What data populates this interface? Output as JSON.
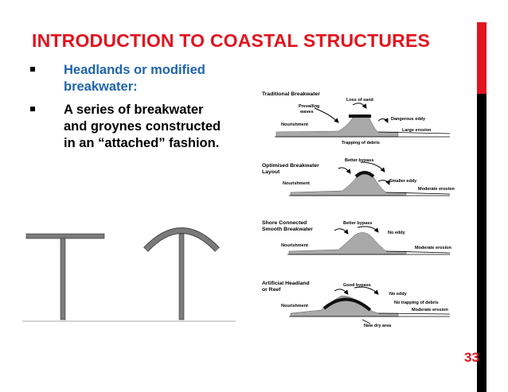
{
  "title": "INTRODUCTION TO COASTAL STRUCTURES",
  "bullets": [
    {
      "text": "Headlands or modified breakwater:",
      "color": "#1f64ad"
    },
    {
      "text": "A series of breakwater and groynes constructed in an “attached” fashion.",
      "color": "#000000"
    }
  ],
  "page_number": "33",
  "colors": {
    "accent": "#e2141f",
    "bullet_blue": "#1f64ad"
  },
  "figure": {
    "panels": [
      {
        "heading_lines": [
          "Traditional Breakwater"
        ],
        "labels": {
          "loss": "Loss of sand",
          "waves_1": "Prevailing",
          "waves_2": "waves",
          "nourishment": "Nourishment",
          "eddy": "Dangerous eddy",
          "erosion": "Large erosion",
          "debris": "Trapping of debris"
        }
      },
      {
        "heading_lines": [
          "Optimised Breakwater",
          "Layout"
        ],
        "labels": {
          "bypass": "Better bypass",
          "nourishment": "Nourishment",
          "eddy": "Smaller eddy",
          "erosion": "Moderate erosion"
        }
      },
      {
        "heading_lines": [
          "Shore Connected",
          "Smooth Breakwater"
        ],
        "labels": {
          "bypass": "Better bypass",
          "eddy": "No eddy",
          "nourishment": "Nourishment",
          "erosion": "Moderate erosion"
        }
      },
      {
        "heading_lines": [
          "Artificial Headland",
          "or Reef"
        ],
        "labels": {
          "bypass": "Good bypass",
          "eddy": "No eddy",
          "debris": "No trapping of debris",
          "nourishment": "Nourishment",
          "erosion": "Moderate erosion",
          "dry": "New dry area"
        }
      }
    ]
  }
}
